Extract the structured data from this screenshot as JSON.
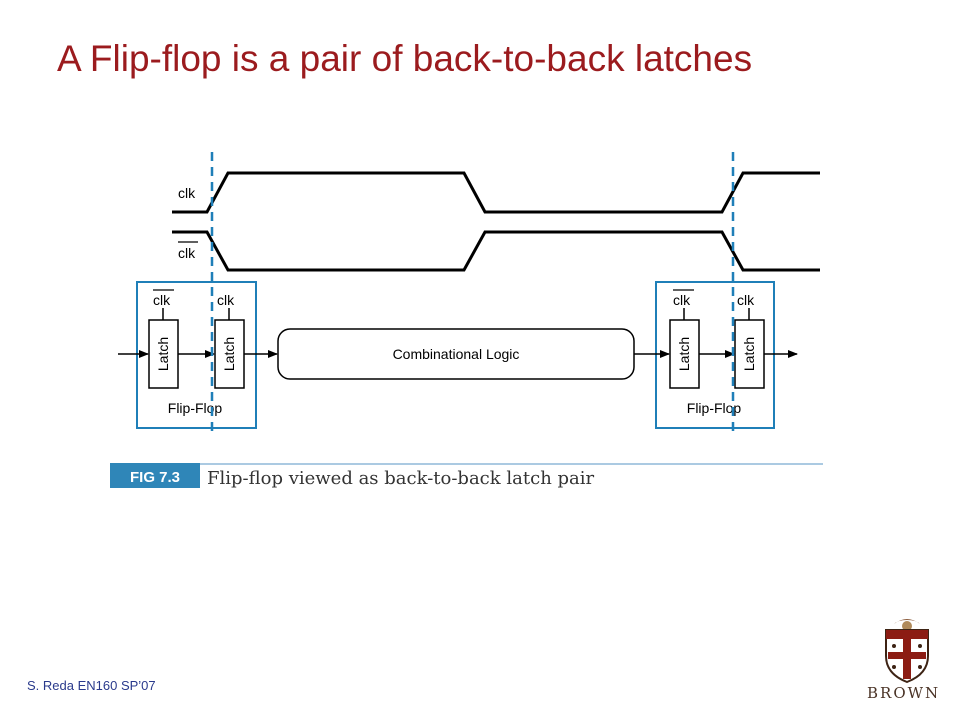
{
  "slide": {
    "title": "A Flip-flop is a pair of back-to-back latches",
    "footer": "S. Reda EN160 SP’07"
  },
  "figure": {
    "signals": {
      "clk": "clk",
      "clk_bar": "clk"
    },
    "latch_label": "Latch",
    "flip_flop_label": "Flip-Flop",
    "logic_label": "Combinational Logic",
    "caption_tag": "FIG 7.3",
    "caption_text": "Flip-flop viewed as back-to-back latch pair"
  },
  "logo": {
    "name": "BROWN",
    "icon": "brown-university-shield-icon"
  },
  "colors": {
    "title": "#9b1b1e",
    "accent_blue": "#1f7fb8",
    "footer": "#2a3a8c"
  }
}
